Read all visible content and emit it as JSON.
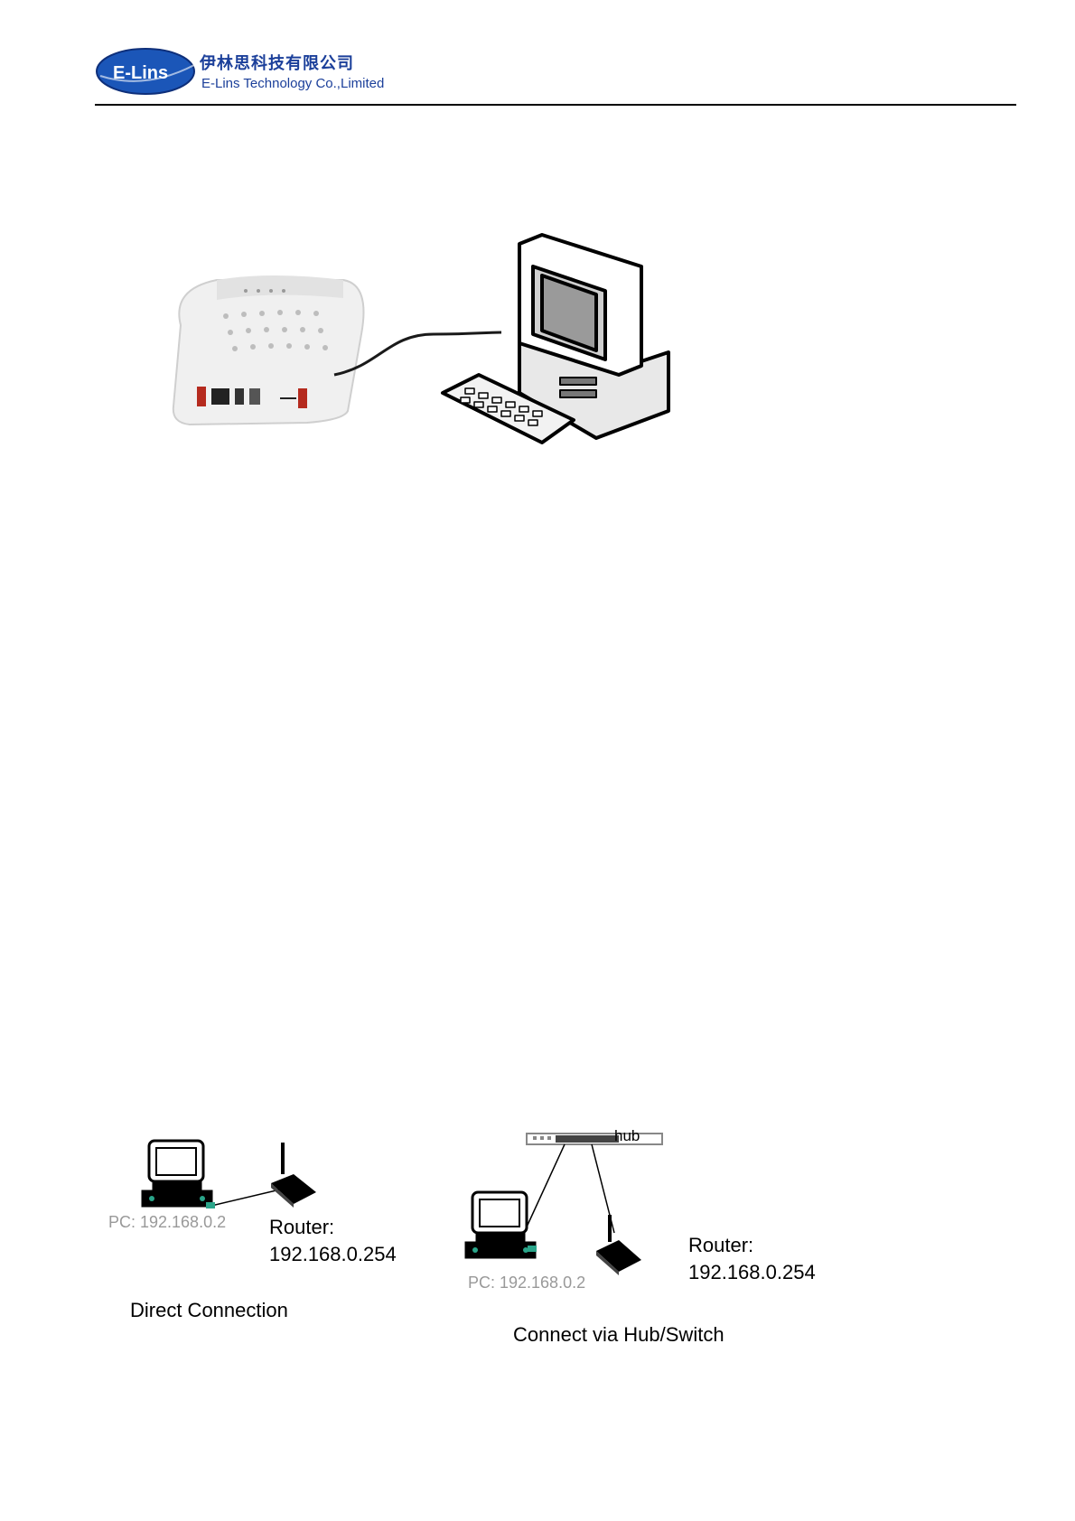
{
  "header": {
    "company_cn": "伊林思科技有限公司",
    "company_en": "E-Lins Technology Co.,Limited",
    "logo_text": "E-Lins"
  },
  "figure1": {
    "devices": [
      "router",
      "desktop-computer",
      "keyboard"
    ]
  },
  "figure2": {
    "direct": {
      "pc_label": "PC: 192.168.0.2",
      "router_label_line1": "Router:",
      "router_label_line2": "192.168.0.254",
      "caption": "Direct Connection"
    },
    "hub": {
      "hub_label": "hub",
      "pc_label": "PC: 192.168.0.2",
      "router_label_line1": "Router:",
      "router_label_line2": "192.168.0.254",
      "caption": "Connect via Hub/Switch"
    }
  },
  "colors": {
    "brand_blue": "#1b3f9a",
    "pc_label_gray": "#999999"
  }
}
